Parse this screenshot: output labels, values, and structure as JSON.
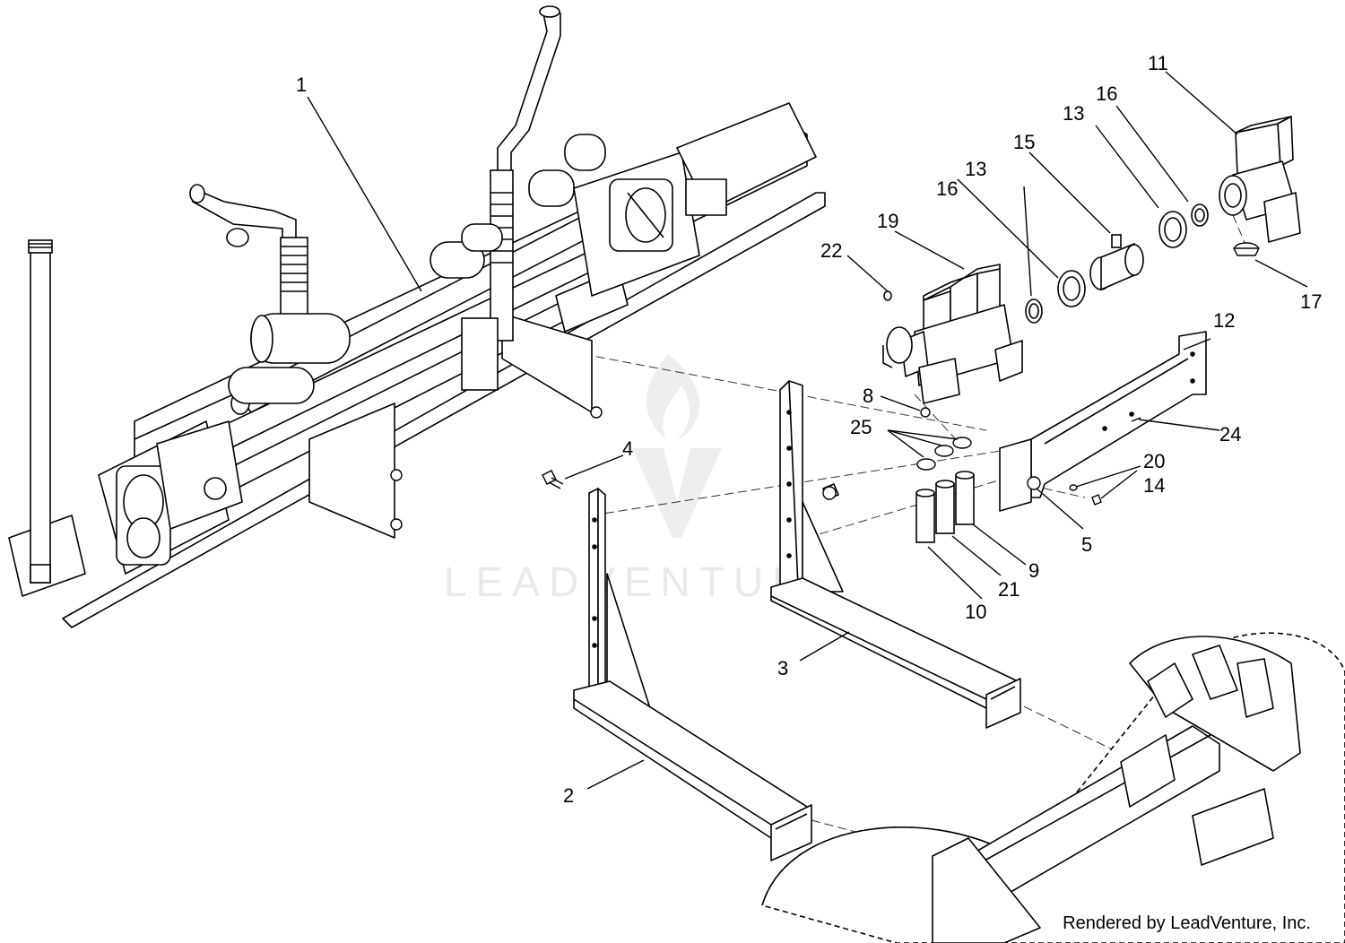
{
  "diagram": {
    "callouts": [
      "1",
      "2",
      "3",
      "4",
      "5",
      "8",
      "9",
      "10",
      "11",
      "12",
      "13",
      "13",
      "14",
      "15",
      "16",
      "16",
      "17",
      "19",
      "20",
      "21",
      "22",
      "24",
      "25"
    ]
  },
  "watermark": {
    "text": "LEADVENTURE"
  },
  "footer": {
    "credit": "Rendered by LeadVenture, Inc."
  }
}
